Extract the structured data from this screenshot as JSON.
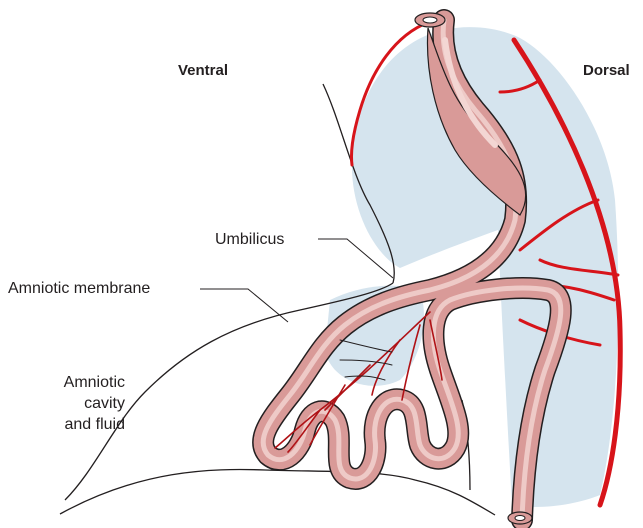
{
  "labels": {
    "ventral": "Ventral",
    "dorsal": "Dorsal",
    "umbilicus": "Umbilicus",
    "amniotic_membrane": "Amniotic membrane",
    "amniotic_cavity": {
      "line1": "Amniotic",
      "line2": "cavity",
      "line3": "and fluid"
    }
  },
  "colors": {
    "vessel_red": "#d7141a",
    "gut_pink": "#d99a98",
    "gut_highlight": "#f3d6d3",
    "mesentery_blue": "#d5e4ee",
    "outline": "#231f20"
  }
}
